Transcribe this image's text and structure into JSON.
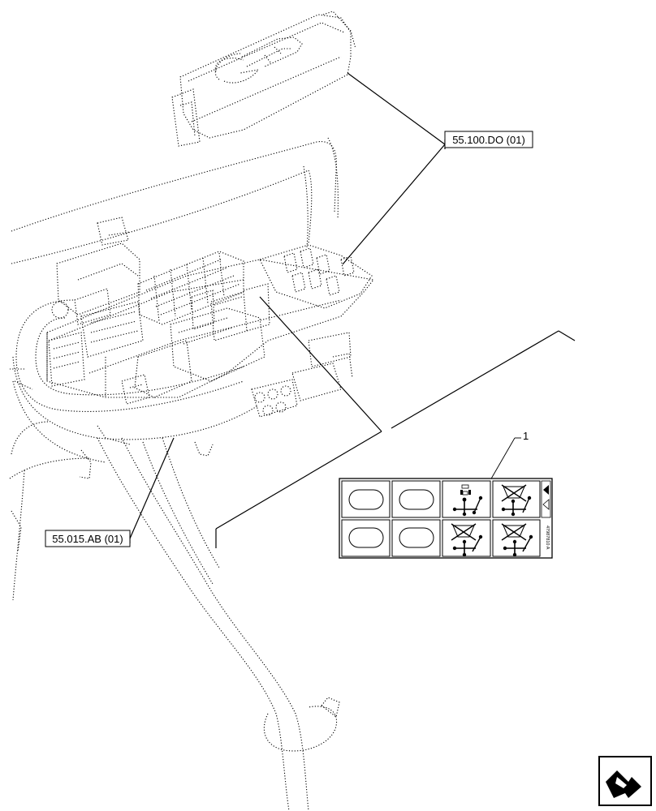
{
  "callouts": {
    "upper_ref": "55.100.DO (01)",
    "lower_ref": "55.015.AB (01)",
    "item_number": "1"
  },
  "decal": {
    "side_code": "47987810 A",
    "cells": [
      {
        "kind": "blank"
      },
      {
        "kind": "blank"
      },
      {
        "kind": "symbol",
        "icon": "joystick-tractor-icon"
      },
      {
        "kind": "symbol",
        "icon": "joystick-crossed-icon"
      },
      {
        "kind": "blank"
      },
      {
        "kind": "blank"
      },
      {
        "kind": "symbol",
        "icon": "joystick-crossed-reverse-icon"
      },
      {
        "kind": "symbol",
        "icon": "joystick-crossed-reverse-icon"
      }
    ]
  },
  "nav": {
    "icon": "next-page-arrow-icon"
  },
  "colors": {
    "line": "#000000",
    "background": "#ffffff"
  }
}
